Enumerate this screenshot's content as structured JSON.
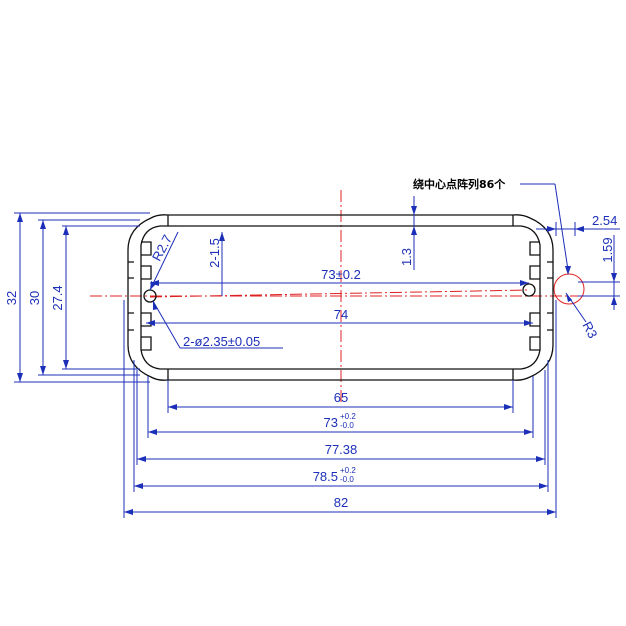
{
  "note": {
    "label": "绕中心点阵列86个"
  },
  "dims": {
    "d_2_54": "2.54",
    "d_1_59": "1.59",
    "d_r3": "R3",
    "d_r2_7": "R2.7",
    "d_2_1_5": "2-1.5",
    "d_1_3": "1.3",
    "d_73_02": "73±0.2",
    "d_74": "74",
    "d_holes": "2-ø2.35±0.05",
    "d_32": "32",
    "d_30": "30",
    "d_27_4": "27.4",
    "d_65": "65",
    "d_73": "73",
    "d_73_tol_up": "+0.2",
    "d_73_tol_dn": "-0.0",
    "d_77_38": "77.38",
    "d_78_5": "78.5",
    "d_78_5_tol_up": "+0.2",
    "d_78_5_tol_dn": "-0.0",
    "d_82": "82"
  },
  "colors": {
    "dimension": "#1c2fb8",
    "centerline": "#e02020",
    "outline": "#111111"
  }
}
